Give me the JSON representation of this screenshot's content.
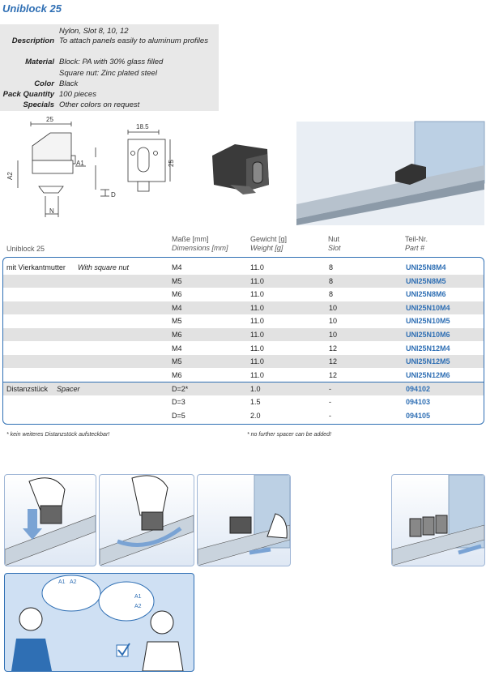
{
  "title": "Uniblock 25",
  "specs": [
    {
      "label": "",
      "value": "Nylon, Slot 8, 10, 12"
    },
    {
      "label": "Description",
      "value": "To attach panels easily to aluminum profiles"
    },
    {
      "label": "Material",
      "value": "Block: PA with 30% glass filled"
    },
    {
      "label": "",
      "value": "Square nut: Zinc plated steel"
    },
    {
      "label": "Color",
      "value": "Black"
    },
    {
      "label": "Pack Quantity",
      "value": "100 pieces"
    },
    {
      "label": "Specials",
      "value": "Other colors on request"
    }
  ],
  "drawing": {
    "dim_25": "25",
    "dim_a2": "A2",
    "dim_a1": "A1",
    "dim_n": "N",
    "dim_185": "18.5",
    "dim_25v": "25",
    "dim_d": "D"
  },
  "table": {
    "product": "Uniblock 25",
    "headers": {
      "dim_de": "Maße [mm]",
      "dim_en": "Dimensions [mm]",
      "wt_de": "Gewicht [g]",
      "wt_en": "Weight [g]",
      "nut_de": "Nut",
      "nut_en": "Slot",
      "part_de": "Teil-Nr.",
      "part_en": "Part #"
    },
    "rows": [
      {
        "group": "mit Vierkantmutter",
        "group_en": "With square nut",
        "dim": "M4",
        "weight": "11.0",
        "slot": "8",
        "part": "UNI25N8M4"
      },
      {
        "group": "",
        "group_en": "",
        "dim": "M5",
        "weight": "11.0",
        "slot": "8",
        "part": "UNI25N8M5"
      },
      {
        "group": "",
        "group_en": "",
        "dim": "M6",
        "weight": "11.0",
        "slot": "8",
        "part": "UNI25N8M6"
      },
      {
        "group": "",
        "group_en": "",
        "dim": "M4",
        "weight": "11.0",
        "slot": "10",
        "part": "UNI25N10M4"
      },
      {
        "group": "",
        "group_en": "",
        "dim": "M5",
        "weight": "11.0",
        "slot": "10",
        "part": "UNI25N10M5"
      },
      {
        "group": "",
        "group_en": "",
        "dim": "M6",
        "weight": "11.0",
        "slot": "10",
        "part": "UNI25N10M6"
      },
      {
        "group": "",
        "group_en": "",
        "dim": "M4",
        "weight": "11.0",
        "slot": "12",
        "part": "UNI25N12M4"
      },
      {
        "group": "",
        "group_en": "",
        "dim": "M5",
        "weight": "11.0",
        "slot": "12",
        "part": "UNI25N12M5"
      },
      {
        "group": "",
        "group_en": "",
        "dim": "M6",
        "weight": "11.0",
        "slot": "12",
        "part": "UNI25N12M6"
      },
      {
        "group": "Distanzstück",
        "group_en": "Spacer",
        "dim": "D=2*",
        "weight": "1.0",
        "slot": "-",
        "part": "094102"
      },
      {
        "group": "",
        "group_en": "",
        "dim": "D=3",
        "weight": "1.5",
        "slot": "-",
        "part": "094103"
      },
      {
        "group": "",
        "group_en": "",
        "dim": "D=5",
        "weight": "2.0",
        "slot": "-",
        "part": "094105"
      }
    ]
  },
  "footnote_de": "* kein weiteres Distanzstück aufsteckbar!",
  "footnote_en": "* no further spacer can be added!",
  "callout": {
    "a1": "A1",
    "a2": "A2"
  },
  "colors": {
    "accent": "#2f6fb4",
    "shade": "#e2e2e2",
    "spec_bg": "#e8e8e8"
  }
}
